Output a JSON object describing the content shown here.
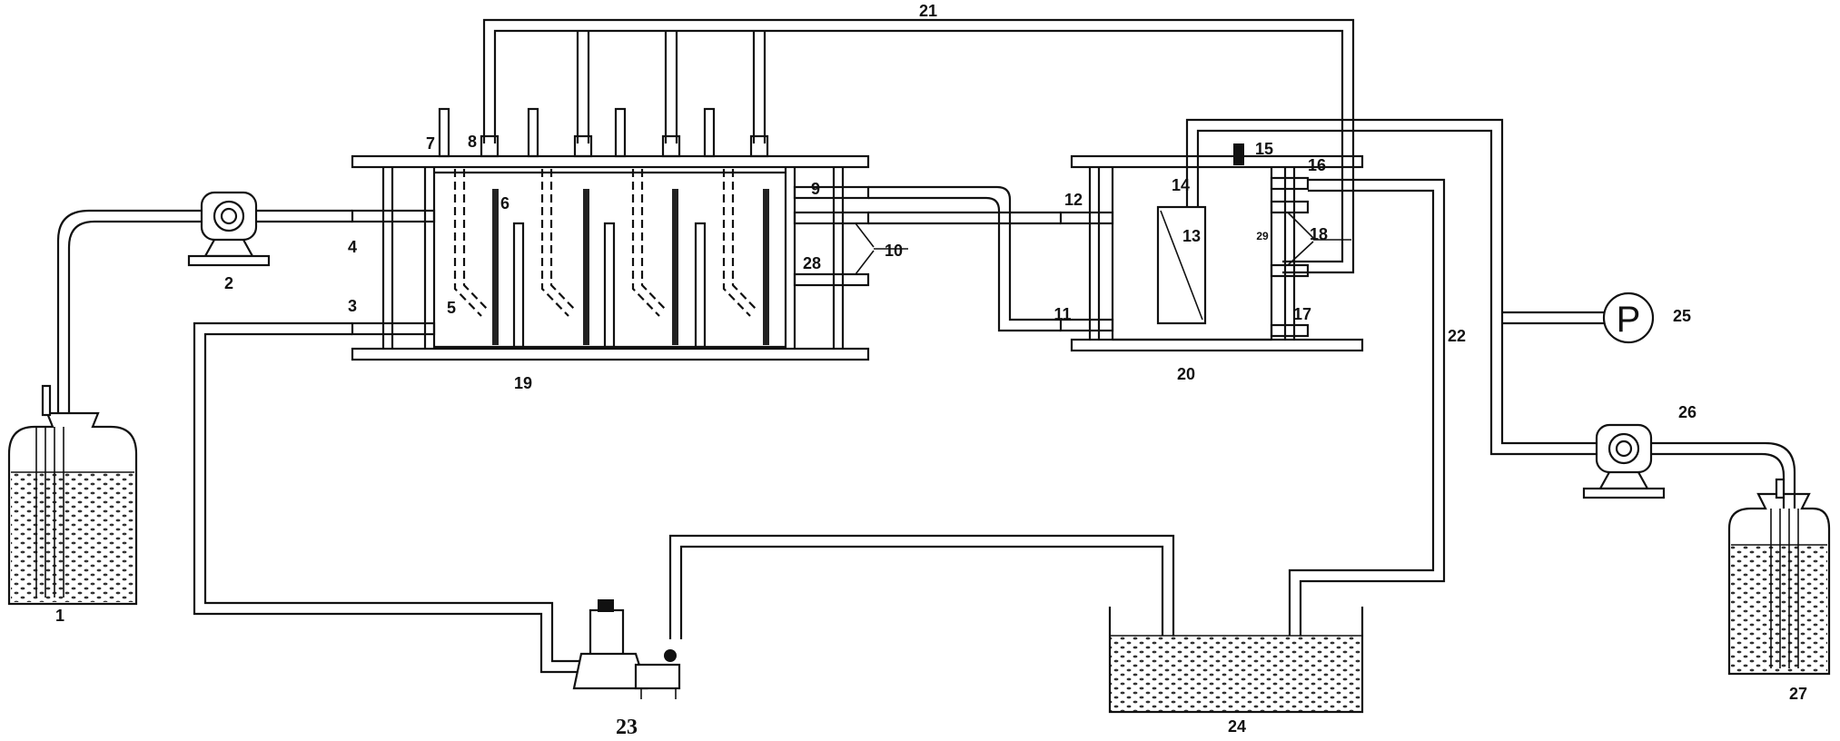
{
  "labels": {
    "n1": "1",
    "n2": "2",
    "n3": "3",
    "n4": "4",
    "n5": "5",
    "n6": "6",
    "n7": "7",
    "n8": "8",
    "n9": "9",
    "n10": "10",
    "n11": "11",
    "n12": "12",
    "n13": "13",
    "n14": "14",
    "n15": "15",
    "n16": "16",
    "n17": "17",
    "n18": "18",
    "n19": "19",
    "n20": "20",
    "n21": "21",
    "n22": "22",
    "n23": "23",
    "n24": "24",
    "n25": "25",
    "n26": "26",
    "n27": "27",
    "n28": "28",
    "n29": "29"
  },
  "gauge_symbol": "P",
  "colors": {
    "line": "#111111",
    "background": "#ffffff",
    "water_dots": "#333333"
  },
  "icons": [
    "bottle-icon",
    "peristaltic-pump-icon",
    "pressure-gauge-icon",
    "submersible-pump-icon"
  ]
}
